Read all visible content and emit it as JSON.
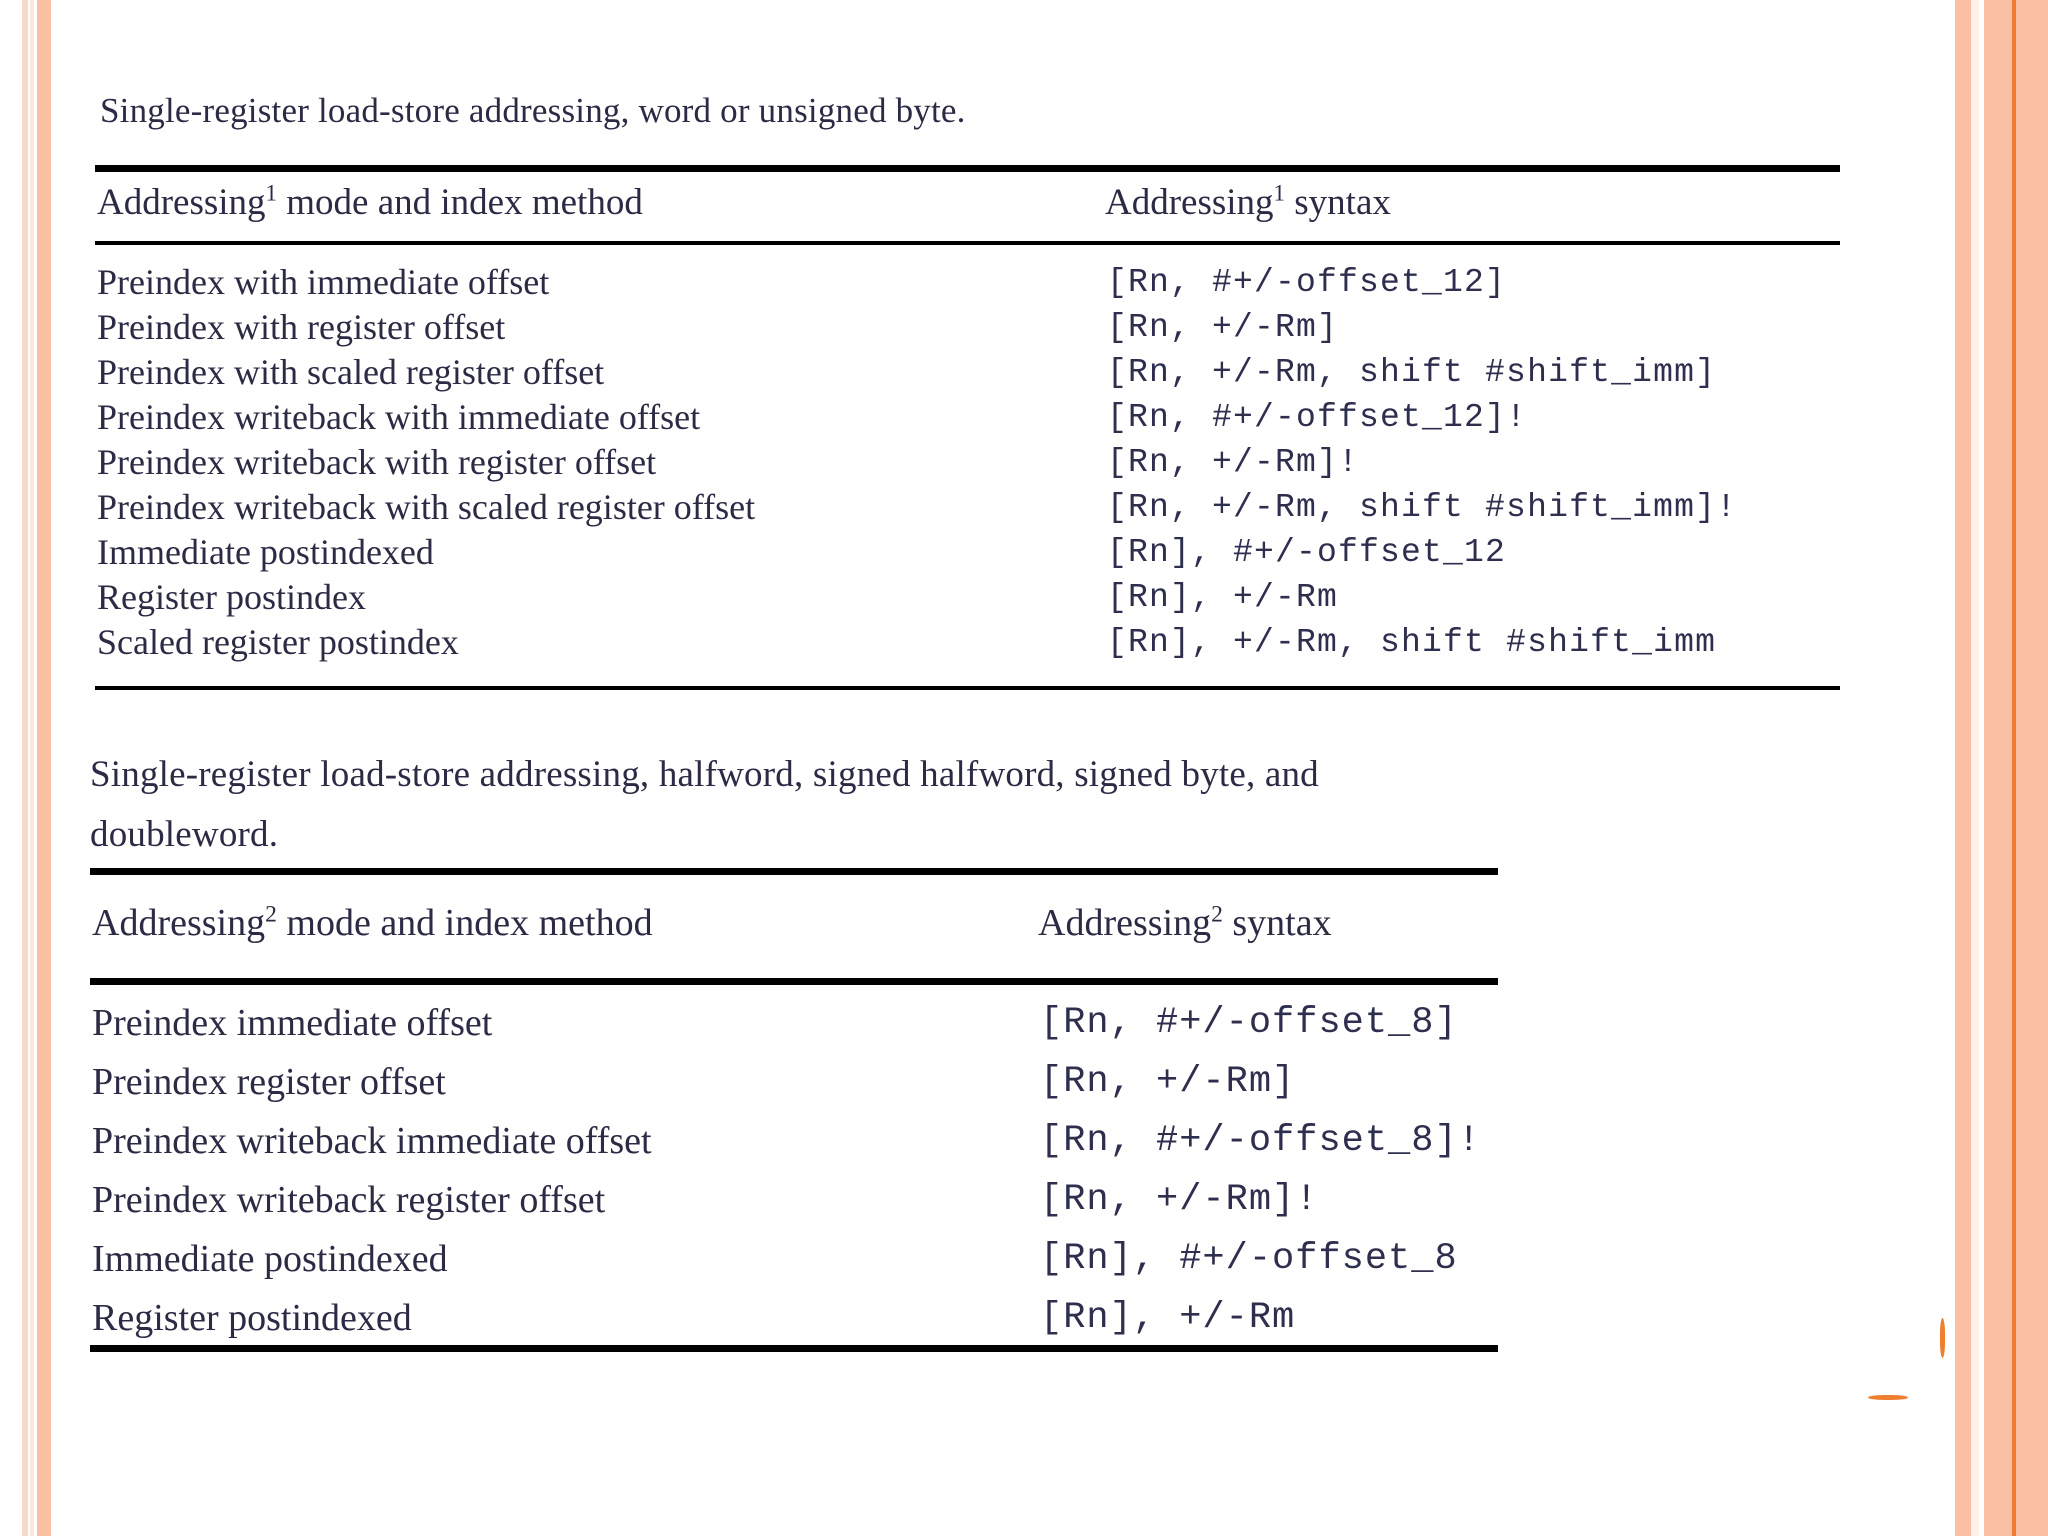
{
  "slide": {
    "background_color": "#ffffff",
    "accent_color": "#fac0a4",
    "accent_dark_color": "#ee7d32",
    "text_color": "#2b2b45"
  },
  "section1": {
    "caption": "Single-register load-store addressing, word or unsigned byte.",
    "table": {
      "headers": {
        "mode_prefix": "Addressing",
        "mode_sup": "1",
        "mode_suffix": " mode and index method",
        "syntax_prefix": "Addressing",
        "syntax_sup": "1",
        "syntax_suffix": " syntax"
      },
      "rows": [
        {
          "mode": "Preindex with immediate offset",
          "syntax": "[Rn, #+/-offset_12]"
        },
        {
          "mode": "Preindex with register offset",
          "syntax": "[Rn, +/-Rm]"
        },
        {
          "mode": "Preindex with scaled register offset",
          "syntax": "[Rn, +/-Rm, shift #shift_imm]"
        },
        {
          "mode": "Preindex writeback with immediate offset",
          "syntax": "[Rn, #+/-offset_12]!"
        },
        {
          "mode": "Preindex writeback with register offset",
          "syntax": "[Rn, +/-Rm]!"
        },
        {
          "mode": "Preindex writeback with scaled register offset",
          "syntax": "[Rn, +/-Rm, shift #shift_imm]!"
        },
        {
          "mode": "Immediate postindexed",
          "syntax": "[Rn], #+/-offset_12"
        },
        {
          "mode": "Register postindex",
          "syntax": "[Rn], +/-Rm"
        },
        {
          "mode": "Scaled register postindex",
          "syntax": "[Rn], +/-Rm, shift #shift_imm"
        }
      ]
    }
  },
  "section2": {
    "caption_line1": "Single-register  load-store  addressing,  halfword,  signed  halfword,  signed  byte,  and",
    "caption_line2": "doubleword.",
    "table": {
      "headers": {
        "mode_prefix": "Addressing",
        "mode_sup": "2",
        "mode_suffix": " mode and index method",
        "syntax_prefix": "Addressing",
        "syntax_sup": "2",
        "syntax_suffix": " syntax"
      },
      "rows": [
        {
          "mode": "Preindex immediate offset",
          "syntax": "[Rn, #+/-offset_8]"
        },
        {
          "mode": "Preindex register offset",
          "syntax": "[Rn, +/-Rm]"
        },
        {
          "mode": "Preindex writeback immediate offset",
          "syntax": "[Rn, #+/-offset_8]!"
        },
        {
          "mode": "Preindex writeback register offset",
          "syntax": "[Rn, +/-Rm]!"
        },
        {
          "mode": "Immediate postindexed",
          "syntax": "[Rn], #+/-offset_8"
        },
        {
          "mode": "Register postindexed",
          "syntax": "[Rn], +/-Rm"
        }
      ]
    }
  }
}
